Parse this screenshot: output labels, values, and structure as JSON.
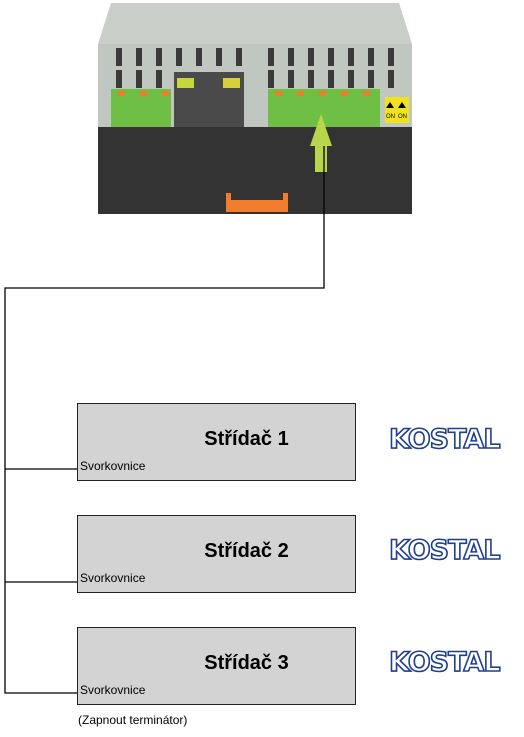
{
  "device": {
    "switch_labels": [
      "ON",
      "ON"
    ]
  },
  "inverters": [
    {
      "title": "Střídač 1",
      "terminal_label": "Svorkovnice",
      "brand": "KOSTAL"
    },
    {
      "title": "Střídač 2",
      "terminal_label": "Svorkovnice",
      "brand": "KOSTAL"
    },
    {
      "title": "Střídač 3",
      "terminal_label": "Svorkovnice",
      "brand": "KOSTAL"
    }
  ],
  "terminator_note": "(Zapnout terminátor)",
  "colors": {
    "device_body": "#bfc7c0",
    "device_base": "#333333",
    "terminal_green": "#6fbf44",
    "arrow_green": "#b9d64a",
    "connector_orange": "#f07d2e",
    "inverter_box": "#d3d3d3",
    "kostal_blue": "#1f3f8f"
  }
}
